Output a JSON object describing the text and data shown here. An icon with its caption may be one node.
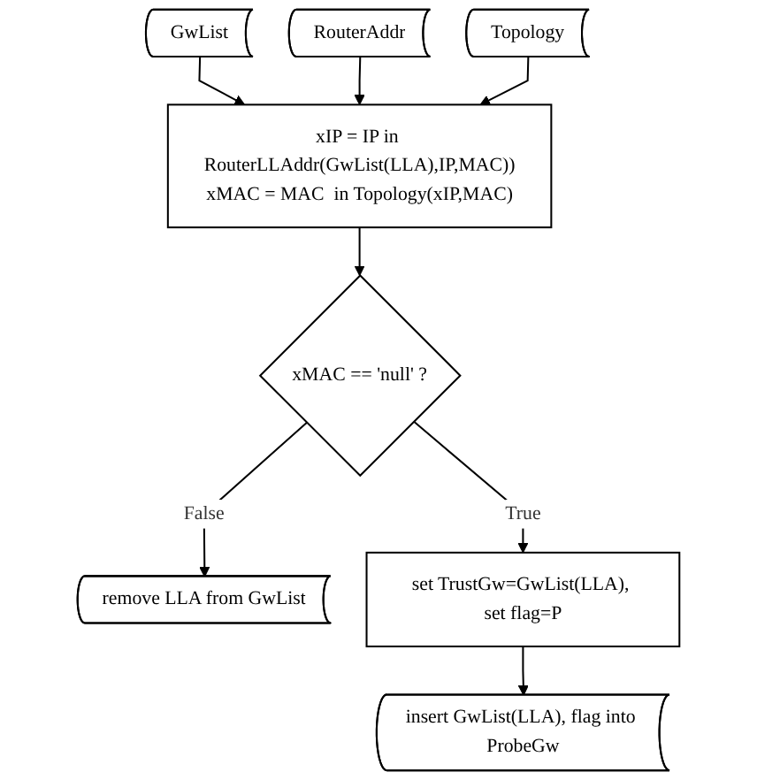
{
  "diagram": {
    "nodes": [
      {
        "text": [
          "GwList"
        ]
      },
      {
        "text": [
          "RouterAddr"
        ]
      },
      {
        "text": [
          "Topology"
        ]
      },
      {
        "text": [
          "xIP = IP in RouterLLAddr(GwList(LLA),IP,MAC))",
          "xMAC = MAC  in Topology(xIP,MAC)"
        ]
      },
      {
        "text": [
          "xMAC == 'null' ?"
        ]
      },
      {
        "text": [
          "remove LLA from GwList"
        ]
      },
      {
        "text": [
          "set TrustGw=GwList(LLA), set flag=P"
        ]
      },
      {
        "text": [
          "insert GwList(LLA), flag into ProbeGw"
        ]
      }
    ],
    "edges": [
      {
        "from": 0,
        "to": 3,
        "arrow": "to"
      },
      {
        "from": 1,
        "to": 3,
        "arrow": "to"
      },
      {
        "from": 2,
        "to": 3,
        "arrow": "to"
      },
      {
        "from": 3,
        "to": 4,
        "arrow": "to"
      },
      {
        "from": 4,
        "to": 5,
        "label": "False",
        "arrow": "to"
      },
      {
        "from": 4,
        "to": 6,
        "label": "True",
        "arrow": "to"
      },
      {
        "from": 6,
        "to": 7,
        "arrow": "to"
      }
    ]
  }
}
